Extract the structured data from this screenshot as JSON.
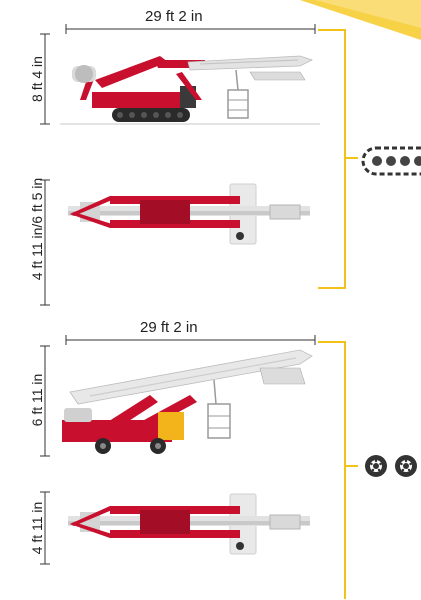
{
  "top_config": {
    "length_label": "29 ft 2 in",
    "height_label": "8 ft 4 in",
    "width_label": "4 ft 11 in/6 ft 5 in",
    "undercarriage_icon": "tracks-icon"
  },
  "bottom_config": {
    "length_label": "29 ft 2 in",
    "height_label": "6 ft 11 in",
    "width_label": "4 ft 11 in",
    "undercarriage_icon": "wheels-icon"
  },
  "colors": {
    "accent_yellow": "#f2c21b",
    "machine_red": "#c8102e",
    "machine_white": "#e6e6e6",
    "dimension_line": "#333333"
  }
}
